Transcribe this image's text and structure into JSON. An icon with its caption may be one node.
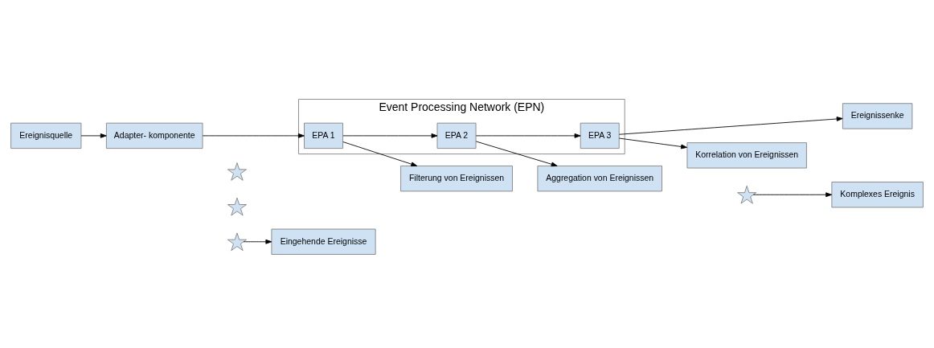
{
  "diagram": {
    "nodes": [
      {
        "text": [
          "Ereignisquelle"
        ]
      },
      {
        "text": [
          "Adapter- komponente"
        ]
      },
      {
        "text": [
          "Event Processing Network (EPN)"
        ]
      },
      {
        "text": [
          "EPA 1"
        ],
        "in": 2
      },
      {
        "text": [
          "EPA 2"
        ],
        "in": 2
      },
      {
        "text": [
          "EPA 3"
        ],
        "in": 2
      },
      {
        "text": [
          "Ereignissenke"
        ]
      },
      {
        "text": [
          "Filterung von Ereignissen"
        ]
      },
      {
        "text": [
          "Aggregation von Ereignissen"
        ]
      },
      {
        "text": [
          "Korrelation von Ereignissen"
        ]
      },
      {
        "text": [
          "Eingehende Ereignisse"
        ]
      },
      {
        "text": [
          "Komplexes Ereignis"
        ]
      },
      {
        "text": [],
        "shape": "star"
      },
      {
        "text": [],
        "shape": "star"
      },
      {
        "text": [],
        "shape": "star"
      },
      {
        "text": [],
        "shape": "star"
      }
    ],
    "edges": [
      {
        "from": 0,
        "to": 1,
        "arrow": "to"
      },
      {
        "from": 1,
        "to": 3,
        "arrow": "to"
      },
      {
        "from": 3,
        "to": 4,
        "arrow": "to"
      },
      {
        "from": 4,
        "to": 5,
        "arrow": "to"
      },
      {
        "from": 5,
        "to": 6,
        "arrow": "to"
      },
      {
        "from": 3,
        "to": 7,
        "arrow": "to"
      },
      {
        "from": 4,
        "to": 8,
        "arrow": "to"
      },
      {
        "from": 5,
        "to": 9,
        "arrow": "to"
      },
      {
        "from": 14,
        "to": 10,
        "arrow": "to"
      },
      {
        "from": 15,
        "to": 11,
        "arrow": "to"
      }
    ]
  }
}
